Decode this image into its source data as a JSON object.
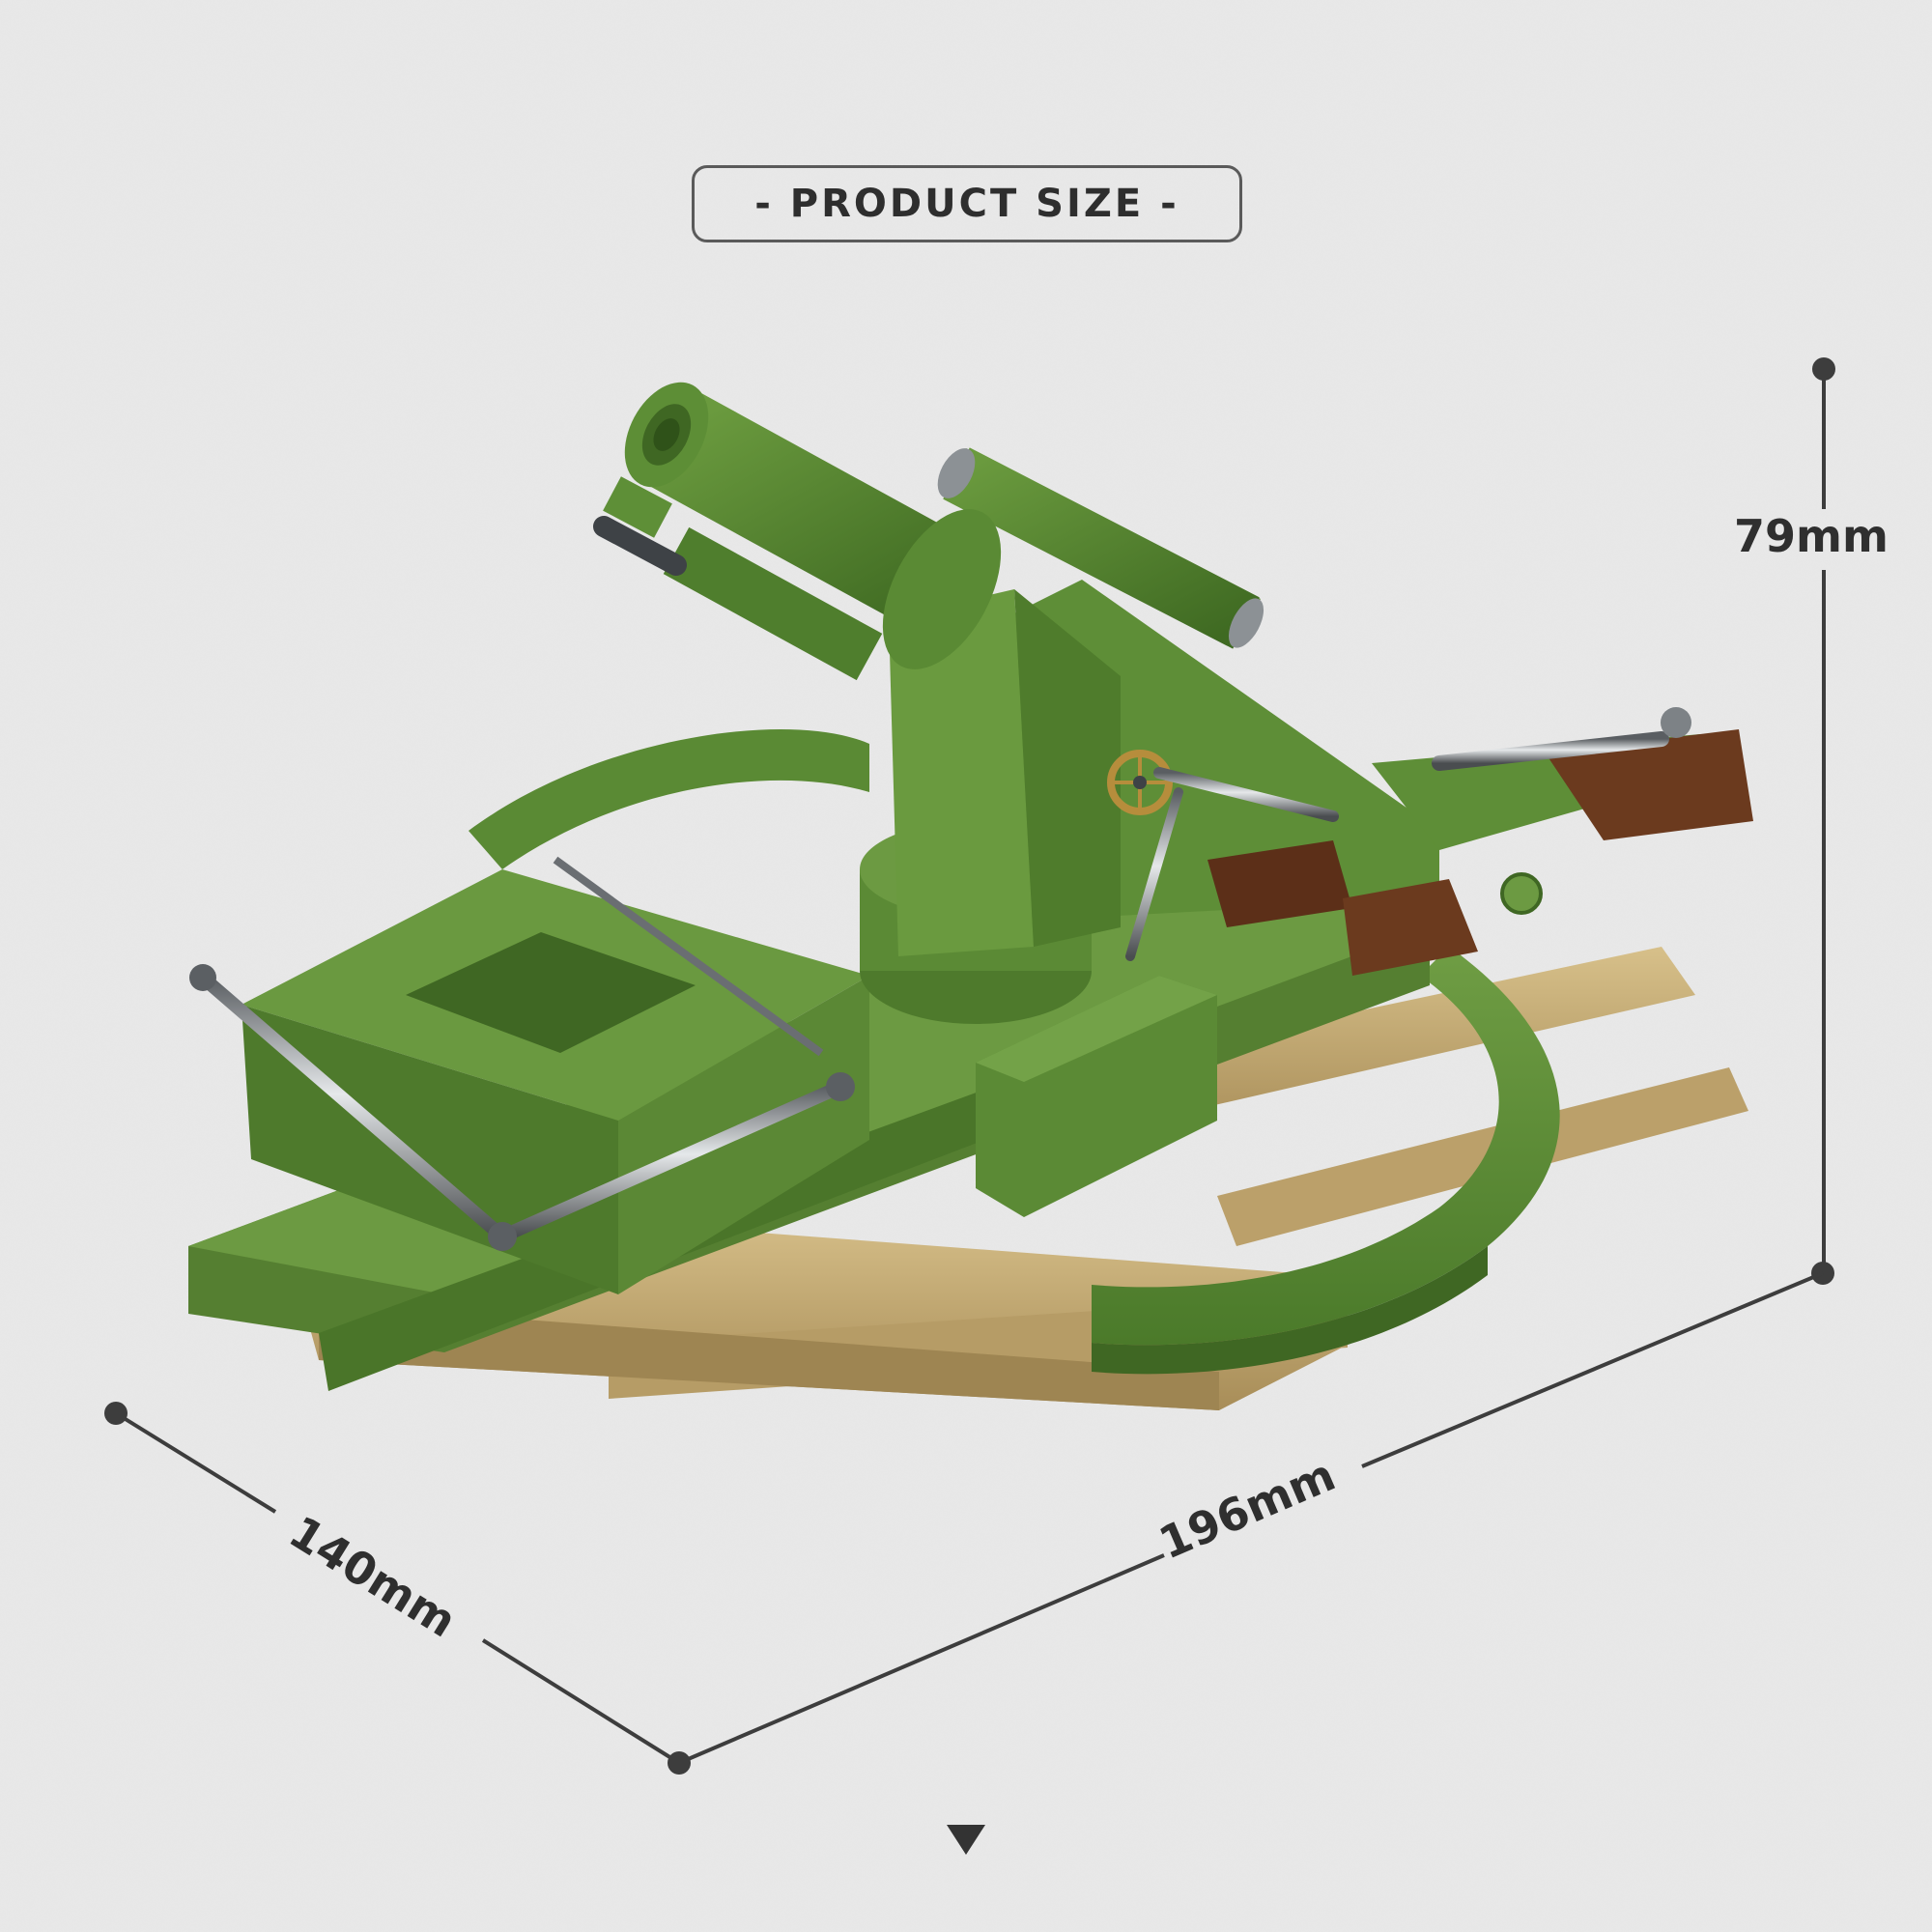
{
  "header": {
    "title": "- PRODUCT SIZE -"
  },
  "dimensions": {
    "height": {
      "label": "79mm",
      "value": 79,
      "unit": "mm"
    },
    "width": {
      "label": "140mm",
      "value": 140,
      "unit": "mm"
    },
    "length": {
      "label": "196mm",
      "value": 196,
      "unit": "mm"
    }
  },
  "product": {
    "description": "Green brick-built artillery howitzer model on tan wooden platform",
    "colors": {
      "body_green": "#5b8b35",
      "dark_green": "#3f6723",
      "light_green": "#76a44a",
      "tan_base": "#c8ae78",
      "tan_dark": "#9e8552",
      "brown_wood": "#6b3a1e",
      "steel": "#a6abaf",
      "steel_dark": "#4a4d50",
      "brass": "#b68d3c"
    }
  },
  "ui": {
    "scroll_indicator": "down-arrow-icon",
    "line_color": "#3d3d3d",
    "background": "#e6e6e6"
  }
}
